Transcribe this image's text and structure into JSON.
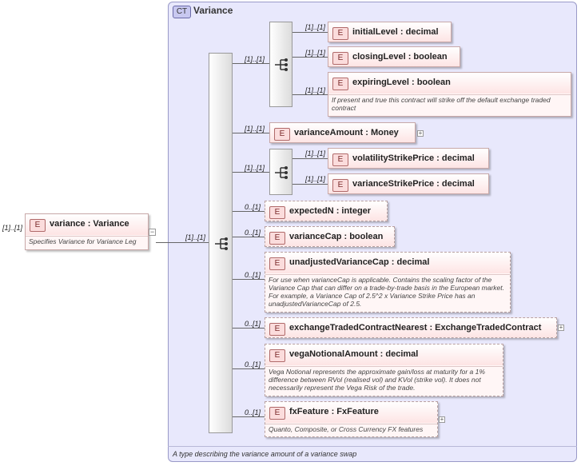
{
  "complex_type": {
    "badge": "CT",
    "name": "Variance",
    "documentation": "A type describing the variance amount of a variance swap"
  },
  "root": {
    "badge": "E",
    "cardinality": "[1]..[1]",
    "label": "variance : Variance",
    "documentation": "Specifies Variance for Variance Leg",
    "sequence_cardinality": "[1]..[1]"
  },
  "seq1": {
    "cardinality": "[1]..[1]",
    "items": [
      {
        "badge": "E",
        "cardinality": "[1]..[1]",
        "label": "initialLevel : decimal"
      },
      {
        "badge": "E",
        "cardinality": "[1]..[1]",
        "label": "closingLevel : boolean"
      },
      {
        "badge": "E",
        "cardinality": "[1]..[1]",
        "label": "expiringLevel : boolean",
        "documentation": "If present and true this contract will strike off the default exchange traded contract"
      }
    ]
  },
  "varianceAmount": {
    "badge": "E",
    "cardinality": "[1]..[1]",
    "label": "varianceAmount : Money"
  },
  "seq2": {
    "cardinality": "[1]..[1]",
    "items": [
      {
        "badge": "E",
        "cardinality": "[1]..[1]",
        "label": "volatilityStrikePrice : decimal"
      },
      {
        "badge": "E",
        "cardinality": "[1]..[1]",
        "label": "varianceStrikePrice : decimal"
      }
    ]
  },
  "optional": [
    {
      "badge": "E",
      "cardinality": "0..[1]",
      "label": "expectedN : integer"
    },
    {
      "badge": "E",
      "cardinality": "0..[1]",
      "label": "varianceCap : boolean"
    },
    {
      "badge": "E",
      "cardinality": "0..[1]",
      "label": "unadjustedVarianceCap : decimal",
      "documentation": "For use when varianceCap is applicable. Contains the scaling factor of the Variance Cap that can differ on a trade-by-trade basis in the European market. For example, a Variance Cap of 2.5^2 x Variance Strike Price has an unadjustedVarianceCap of 2.5."
    },
    {
      "badge": "E",
      "cardinality": "0..[1]",
      "label": "exchangeTradedContractNearest : ExchangeTradedContract"
    },
    {
      "badge": "E",
      "cardinality": "0..[1]",
      "label": "vegaNotionalAmount : decimal",
      "documentation": "Vega Notional represents the approximate gain/loss at maturity for a 1% difference between RVol (realised vol) and KVol (strike vol). It does not necessarily represent the Vega Risk of the trade."
    },
    {
      "badge": "E",
      "cardinality": "0..[1]",
      "label": "fxFeature : FxFeature",
      "documentation": "Quanto, Composite, or Cross Currency FX features"
    }
  ]
}
